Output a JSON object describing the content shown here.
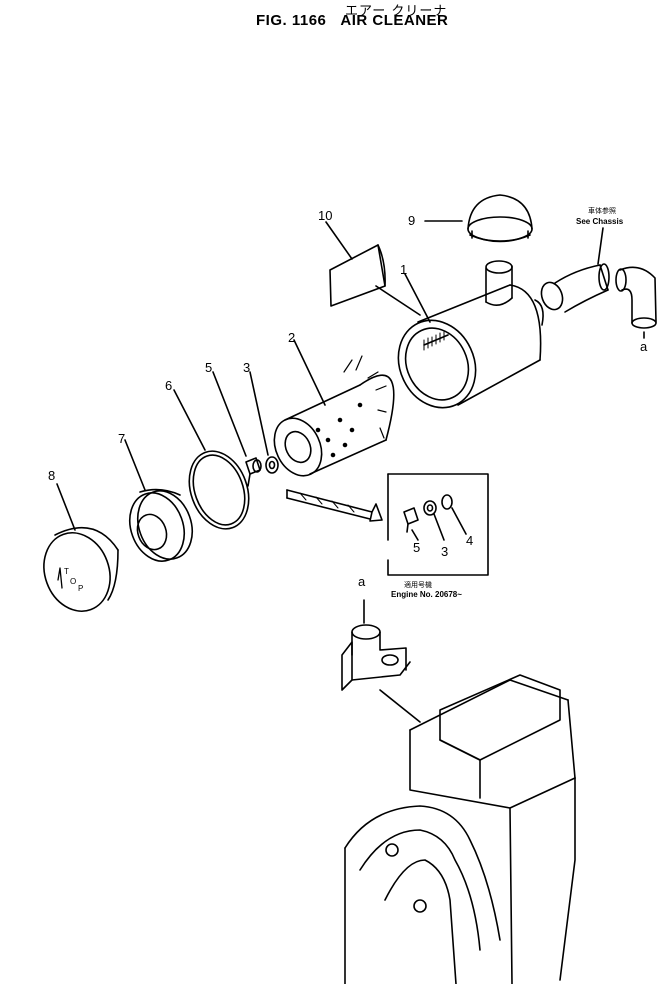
{
  "header": {
    "japanese_title": "エアー クリーナ",
    "fig_number": "FIG. 1166",
    "title": "AIR CLEANER"
  },
  "callouts": {
    "c1": "1",
    "c2": "2",
    "c3": "3",
    "c4": "4",
    "c5": "5",
    "c6": "6",
    "c7": "7",
    "c8": "8",
    "c9": "9",
    "c10": "10",
    "inset_3": "3",
    "inset_4": "4",
    "inset_5": "5",
    "ref_a_top": "a",
    "ref_a_bottom": "a"
  },
  "notes": {
    "chassis_jp": "車体参照",
    "chassis_en": "See Chassis",
    "serial_jp": "適用号機",
    "serial_en": "Engine No. 20678~"
  },
  "cap_text": {
    "letter_t": "T",
    "letter_o": "O",
    "letter_p": "P"
  }
}
